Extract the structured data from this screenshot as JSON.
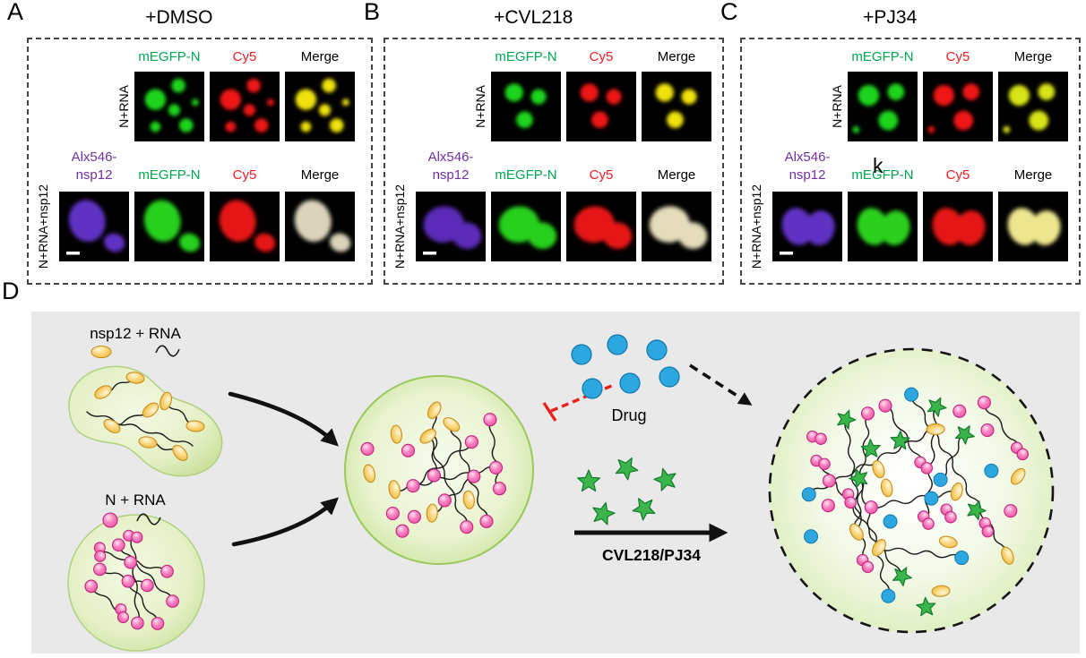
{
  "figure": {
    "panels": [
      {
        "letter": "A",
        "title": "+DMSO",
        "row1": {
          "side_label": "N+RNA",
          "channels": [
            "mEGFP-N",
            "Cy5",
            "Merge"
          ]
        },
        "row2": {
          "side_label": "N+RNA+nsp12",
          "nsp12_channel": {
            "line1": "Alx546-",
            "line2": "nsp12"
          },
          "channels": [
            "mEGFP-N",
            "Cy5",
            "Merge"
          ]
        }
      },
      {
        "letter": "B",
        "title": "+CVL218",
        "row1": {
          "side_label": "N+RNA",
          "channels": [
            "mEGFP-N",
            "Cy5",
            "Merge"
          ]
        },
        "row2": {
          "side_label": "N+RNA+nsp12",
          "nsp12_channel": {
            "line1": "Alx546-",
            "line2": "nsp12"
          },
          "channels": [
            "mEGFP-N",
            "Cy5",
            "Merge"
          ]
        }
      },
      {
        "letter": "C",
        "title": "+PJ34",
        "row1": {
          "side_label": "N+RNA",
          "channels": [
            "mEGFP-N",
            "Cy5",
            "Merge"
          ]
        },
        "row2": {
          "side_label": "N+RNA+nsp12",
          "nsp12_channel": {
            "line1": "Alx546-",
            "line2": "nsp12"
          },
          "channels": [
            "mEGFP-N",
            "Cy5",
            "Merge"
          ]
        }
      }
    ],
    "stray_text": "k",
    "diagram": {
      "letter": "D",
      "nsp12_rna_label": "nsp12 + RNA",
      "n_rna_label": "N + RNA",
      "drug_label": "Drug",
      "arrow_label": "CVL218/PJ34"
    },
    "colors": {
      "megfp_label": "#00a651",
      "cy5_label": "#ec1c24",
      "alx546_label": "#7030a0",
      "drug_dot": "#2da7e0",
      "star": "#3ab54a",
      "n_protein": "#f06eb4",
      "nsp12": "#f5c95c",
      "inhibit_line": "#e8231d"
    }
  }
}
